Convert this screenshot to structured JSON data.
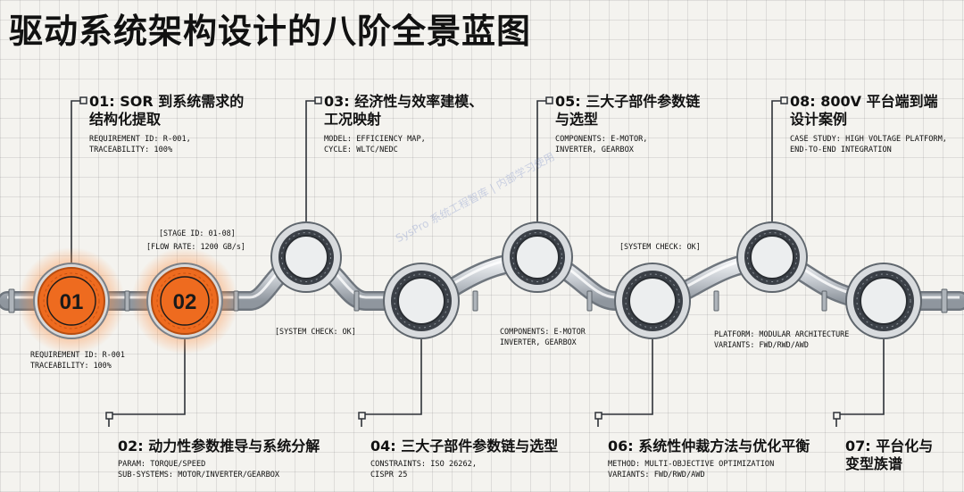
{
  "title": "驱动系统架构设计的八阶全景蓝图",
  "stages": [
    {
      "id": "01",
      "title": "01: SOR 到系统需求的\n结构化提取",
      "desc": "REQUIREMENT ID: R-001,\nTRACEABILITY: 100%"
    },
    {
      "id": "02",
      "title": "02: 动力性参数推导与系统分解",
      "desc": "PARAM: TORQUE/SPEED\nSUB-SYSTEMS: MOTOR/INVERTER/GEARBOX"
    },
    {
      "id": "03",
      "title": "03: 经济性与效率建模、\n工况映射",
      "desc": "MODEL: EFFICIENCY MAP,\nCYCLE: WLTC/NEDC"
    },
    {
      "id": "04",
      "title": "04: 三大子部件参数链与选型",
      "desc": "CONSTRAINTS: ISO 26262,\nCISPR 25"
    },
    {
      "id": "05",
      "title": "05: 三大子部件参数链\n与选型",
      "desc": "COMPONENTS: E-MOTOR,\nINVERTER, GEARBOX"
    },
    {
      "id": "06",
      "title": "06: 系统性仲裁方法与优化平衡",
      "desc": "METHOD: MULTI-OBJECTIVE OPTIMIZATION\nVARIANTS: FWD/RWD/AWD"
    },
    {
      "id": "07",
      "title": "07: 平台化与\n变型族谱",
      "desc": ""
    },
    {
      "id": "08",
      "title": "08: 800V 平台端到端\n设计案例",
      "desc": "CASE STUDY: HIGH VOLTAGE PLATFORM,\nEND-TO-END INTEGRATION"
    }
  ],
  "ring_labels": [
    "01",
    "02"
  ],
  "annotations": {
    "stage_id": "[STAGE ID: 01-08]",
    "flow_rate": "[FLOW RATE: 1200 GB/s]",
    "system_check_a": "[SYSTEM CHECK: OK]",
    "system_check_b": "[SYSTEM CHECK: OK]",
    "ring01_note": "REQUIREMENT ID: R-001\nTRACEABILITY: 100%",
    "ring05_note": "COMPONENTS: E-MOTOR\nINVERTER, GEARBOX",
    "ring08_note": "PLATFORM: MODULAR ARCHITECTURE\nVARIANTS: FWD/RWD/AWD"
  },
  "watermark": "SysPro 系统工程智库 | 内部学习使用",
  "colors": {
    "accent_orange": "#ee6b1f",
    "ring_dark": "#3b4047",
    "pipe": "#cfd3d8",
    "line": "#2e3338"
  }
}
